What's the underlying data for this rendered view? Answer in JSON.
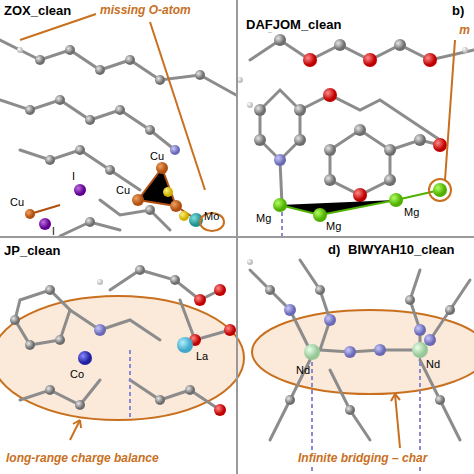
{
  "diagram": {
    "labels": [
      "ZOX_clean",
      "missing O-atom",
      "I",
      "Cu",
      "Cu",
      "I",
      "Cu",
      "Mo",
      "b)",
      "DAFJOM_clean",
      "m",
      "Mg",
      "Mg",
      "Mg",
      "JP_clean",
      "long-range charge balance",
      "Co",
      "La",
      "d)",
      "BIWYAH10_clean",
      "Nd",
      "Nd",
      "Infinite bridging – char"
    ]
  }
}
